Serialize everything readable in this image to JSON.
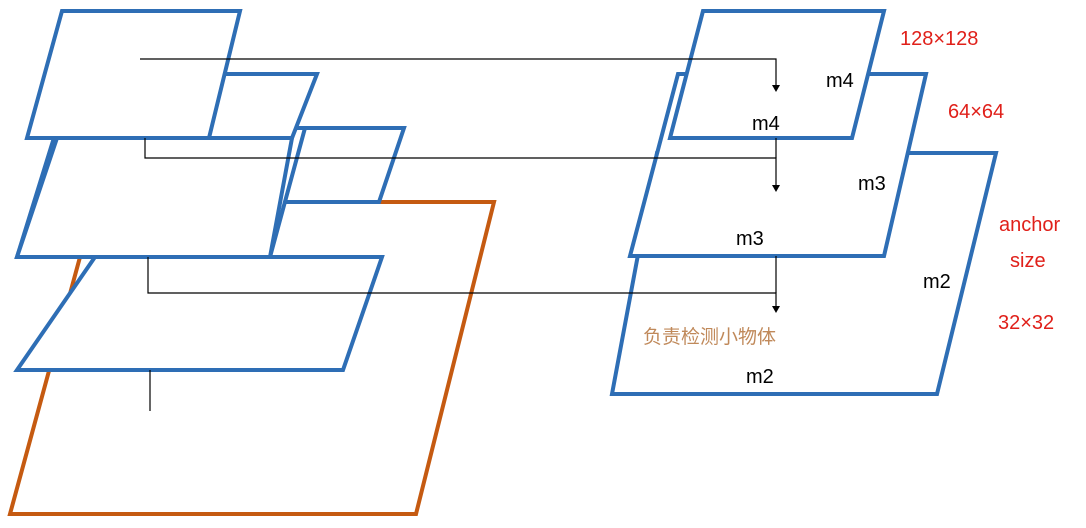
{
  "pyramid_labels": {
    "top_plane_label": "m4",
    "top_plane_merge_label": "m4",
    "mid_plane_label": "m3",
    "mid_plane_merge_label": "m3",
    "bottom_plane_label": "m2",
    "bottom_plane_merge_label": "m2"
  },
  "anchor": {
    "title_line1": "anchor",
    "title_line2": "size",
    "size_top": "128×128",
    "size_mid": "64×64",
    "size_bottom": "32×32"
  },
  "note": "负责检测小物体",
  "colors": {
    "feature_plane": "#2e6eb5",
    "input_plane": "#c55a11",
    "anchor_text": "#e0201a",
    "note_text": "#c0895a"
  }
}
